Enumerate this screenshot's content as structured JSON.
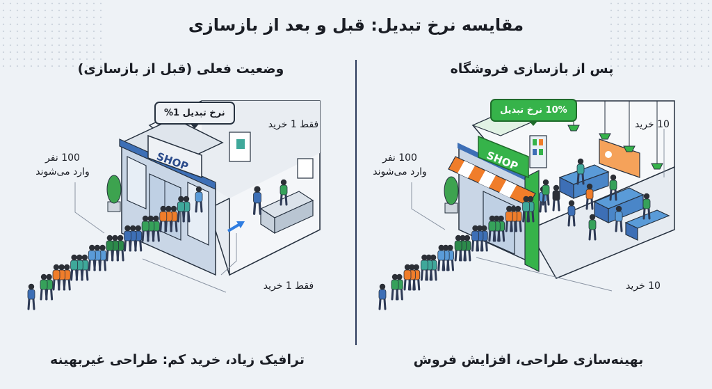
{
  "title": "مقایسه نرخ تبدیل: قبل و بعد از بازسازی",
  "left": {
    "heading": "وضعیت فعلی (قبل از بازسازی)",
    "rate_bubble": "نرخ تبدیل 1%",
    "sign": "SHOP",
    "visitors": "100 نفر\nوارد می‌شوند",
    "purchases_top": "فقط 1 خرید",
    "purchases_bottom": "فقط 1 خرید",
    "footer": "ترافیک زیاد، خرید کم: طراحی غیربهینه"
  },
  "right": {
    "heading": "پس از بازسازی فروشگاه",
    "rate_bubble": "10% نرخ تبدیل",
    "sign": "SHOP",
    "visitors": "100 نفر\nوارد می‌شوند",
    "purchases_top": "10 خرید",
    "purchases_bottom": "10 خرید",
    "footer": "بهینه‌سازی طراحی، افزایش فروش"
  },
  "colors": {
    "accent_green": "#36b34a",
    "awning_orange": "#f07d2a",
    "sign_blue": "#3d6fb6",
    "outline": "#26313f"
  }
}
